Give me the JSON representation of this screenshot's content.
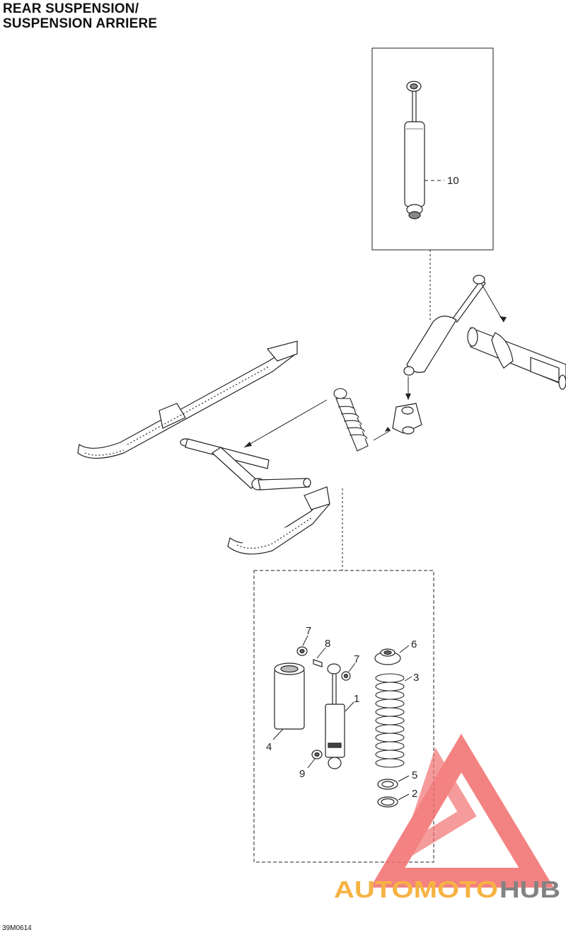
{
  "header": {
    "title_line1": "REAR SUSPENSION/",
    "title_line2": "SUSPENSION ARRIERE"
  },
  "diagram": {
    "code": "39M0614",
    "callouts": {
      "c1": "1",
      "c2": "2",
      "c3": "3",
      "c4": "4",
      "c5": "5",
      "c6": "6",
      "c7a": "7",
      "c7b": "7",
      "c8": "8",
      "c9": "9",
      "c10": "10"
    }
  },
  "watermark": {
    "part1": "AUTOMOTO",
    "part2": "HUB",
    "color_red": "#f26d6d",
    "color_orange": "#f5a623",
    "color_gray": "#6d6d6d"
  }
}
